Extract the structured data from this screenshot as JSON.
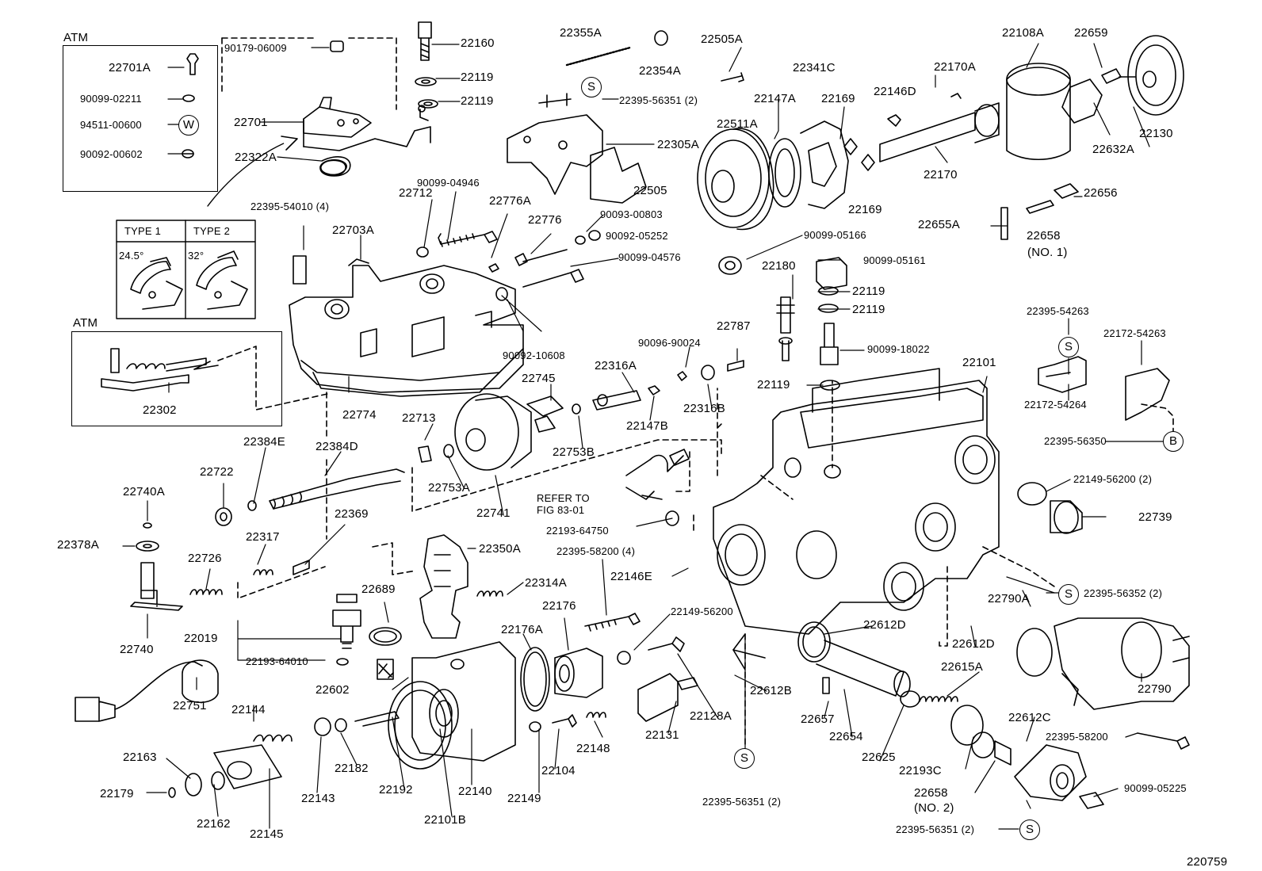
{
  "diagram_id": "220759",
  "boxes": {
    "atm_top": "ATM",
    "atm_mid": "ATM",
    "type1": "TYPE 1",
    "type2": "TYPE 2",
    "angle1": "24.5°",
    "angle2": "32°"
  },
  "symbols": {
    "w": "W",
    "s": "S",
    "b": "B"
  },
  "refer": {
    "line1": "REFER TO",
    "line2": "FIG 83-01"
  },
  "labels": {
    "p22701A": "22701A",
    "p90099_02211": "90099-02211",
    "p94511_00600": "94511-00600",
    "p90092_00602": "90092-00602",
    "p90179_06009": "90179-06009",
    "p22701": "22701",
    "p22322A": "22322A",
    "p22160": "22160",
    "p22119a": "22119",
    "p22119b": "22119",
    "p22355A": "22355A",
    "p22354A": "22354A",
    "p22505A": "22505A",
    "p22395_56351a": "22395-56351 (2)",
    "p22305A": "22305A",
    "p22341C": "22341C",
    "p22147A": "22147A",
    "p22169a": "22169",
    "p22146D": "22146D",
    "p22511A": "22511A",
    "p22505": "22505",
    "p22169b": "22169",
    "p22170A": "22170A",
    "p22108A": "22108A",
    "p22659": "22659",
    "p22130": "22130",
    "p22632A": "22632A",
    "p22170": "22170",
    "p22656": "22656",
    "p22655A": "22655A",
    "p22658a": "22658",
    "p22658a_sub": "(NO. 1)",
    "p90099_04946": "90099-04946",
    "p22776A": "22776A",
    "p22776": "22776",
    "p90093_00803": "90093-00803",
    "p90092_05252": "90092-05252",
    "p90099_05166": "90099-05166",
    "p90099_04576": "90099-04576",
    "p22712": "22712",
    "p22703A": "22703A",
    "p22395_54010": "22395-54010 (4)",
    "p22180": "22180",
    "p90099_05161": "90099-05161",
    "p22119c": "22119",
    "p22119d": "22119",
    "p90099_18022": "90099-18022",
    "p22119e": "22119",
    "p22395_54263": "22395-54263",
    "p22172_54263": "22172-54263",
    "p22172_54264": "22172-54264",
    "p22395_56350": "22395-56350",
    "p22101": "22101",
    "p22787": "22787",
    "p90096_90024": "90096-90024",
    "p22316A": "22316A",
    "p22316B": "22316B",
    "p22147B": "22147B",
    "p22745": "22745",
    "p22753B": "22753B",
    "p90092_10608": "90092-10608",
    "p22302": "22302",
    "p22774": "22774",
    "p22384E": "22384E",
    "p22384D": "22384D",
    "p22713": "22713",
    "p22753A": "22753A",
    "p22741": "22741",
    "p22722": "22722",
    "p22740A": "22740A",
    "p22378A": "22378A",
    "p22317": "22317",
    "p22369": "22369",
    "p22726": "22726",
    "p22740": "22740",
    "p22193_64750": "22193-64750",
    "p22149_56200a": "22149-56200 (2)",
    "p22739": "22739",
    "p22350A": "22350A",
    "p22395_58200a": "22395-58200 (4)",
    "p22314A": "22314A",
    "p22689": "22689",
    "p22146E": "22146E",
    "p22176": "22176",
    "p22149_56200b": "22149-56200",
    "p22019": "22019",
    "p22176A": "22176A",
    "p22612D_a": "22612D",
    "p22790A": "22790A",
    "p22395_56352": "22395-56352 (2)",
    "p22612D_b": "22612D",
    "p22193_64010": "22193-64010",
    "p22602": "22602",
    "p22751": "22751",
    "p22612B": "22612B",
    "p22615A": "22615A",
    "p22790": "22790",
    "p22144": "22144",
    "p22657": "22657",
    "p22128A": "22128A",
    "p22148": "22148",
    "p22131": "22131",
    "p22654": "22654",
    "p22612C": "22612C",
    "p22395_58200b": "22395-58200",
    "p22163": "22163",
    "p22182": "22182",
    "p22192": "22192",
    "p22140": "22140",
    "p22104": "22104",
    "p22625": "22625",
    "p22193C": "22193C",
    "p22179": "22179",
    "p22143": "22143",
    "p22149": "22149",
    "p22658b": "22658",
    "p22658b_sub": "(NO. 2)",
    "p90099_05225": "90099-05225",
    "p22395_56351b": "22395-56351 (2)",
    "p22162": "22162",
    "p22145": "22145",
    "p22101B": "22101B",
    "p22395_56351c": "22395-56351 (2)"
  }
}
